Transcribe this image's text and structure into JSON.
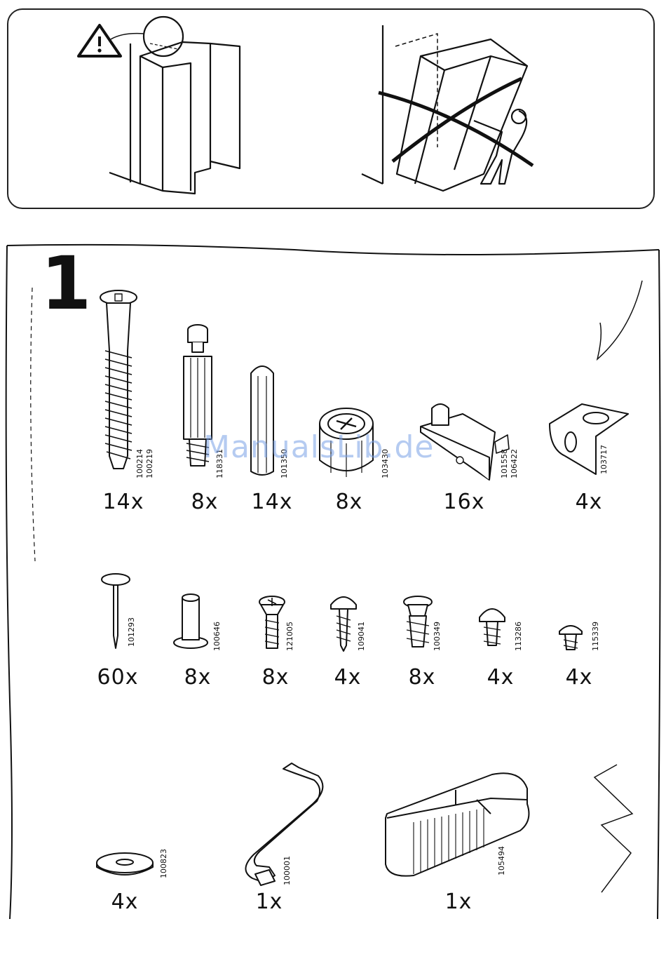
{
  "step": {
    "number": "1"
  },
  "watermark": "ManualsLib.de",
  "parts": {
    "row1": [
      {
        "qty": "14x",
        "pn1": "100214",
        "pn2": "100219",
        "icon": "long-wood-screw-icon"
      },
      {
        "qty": "8x",
        "pn1": "118331",
        "icon": "cam-bolt-icon"
      },
      {
        "qty": "14x",
        "pn1": "101350",
        "icon": "wooden-dowel-icon"
      },
      {
        "qty": "8x",
        "pn1": "103430",
        "icon": "cam-lock-nut-icon"
      },
      {
        "qty": "16x",
        "pn1": "101558",
        "pn2": "106422",
        "icon": "shelf-support-icon"
      },
      {
        "qty": "4x",
        "pn1": "103717",
        "icon": "angle-bracket-icon"
      }
    ],
    "row2": [
      {
        "qty": "60x",
        "pn1": "101293",
        "icon": "nail-icon"
      },
      {
        "qty": "8x",
        "pn1": "100646",
        "icon": "sleeve-nut-icon"
      },
      {
        "qty": "8x",
        "pn1": "121005",
        "icon": "machine-screw-icon"
      },
      {
        "qty": "4x",
        "pn1": "109041",
        "icon": "pan-head-screw-icon"
      },
      {
        "qty": "8x",
        "pn1": "100349",
        "icon": "flat-head-screw-icon"
      },
      {
        "qty": "4x",
        "pn1": "113286",
        "icon": "washer-head-screw-icon"
      },
      {
        "qty": "4x",
        "pn1": "115339",
        "icon": "short-screw-icon"
      }
    ],
    "row3": [
      {
        "qty": "4x",
        "pn1": "100823",
        "icon": "washer-icon"
      },
      {
        "qty": "1x",
        "pn1": "100001",
        "icon": "allen-key-icon"
      },
      {
        "qty": "1x",
        "pn1": "105494",
        "icon": "door-stop-wedge-icon"
      }
    ]
  }
}
